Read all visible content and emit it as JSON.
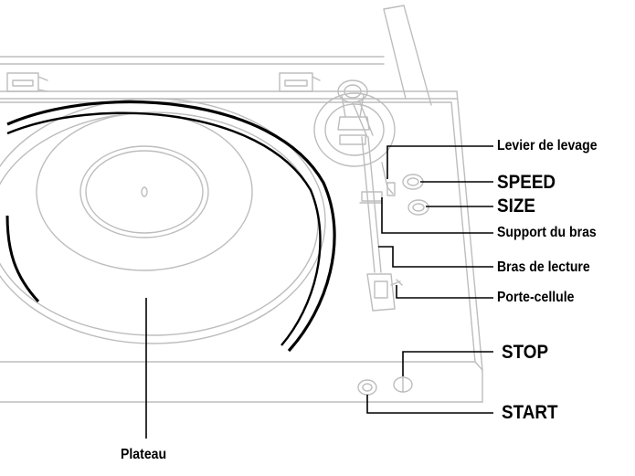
{
  "labels": {
    "lift_lever": "Levier de levage",
    "speed": "SPEED",
    "size": "SIZE",
    "arm_rest": "Support du bras",
    "tonearm": "Bras de lecture",
    "headshell": "Porte-cellule",
    "stop": "STOP",
    "start": "START",
    "platter": "Plateau"
  }
}
